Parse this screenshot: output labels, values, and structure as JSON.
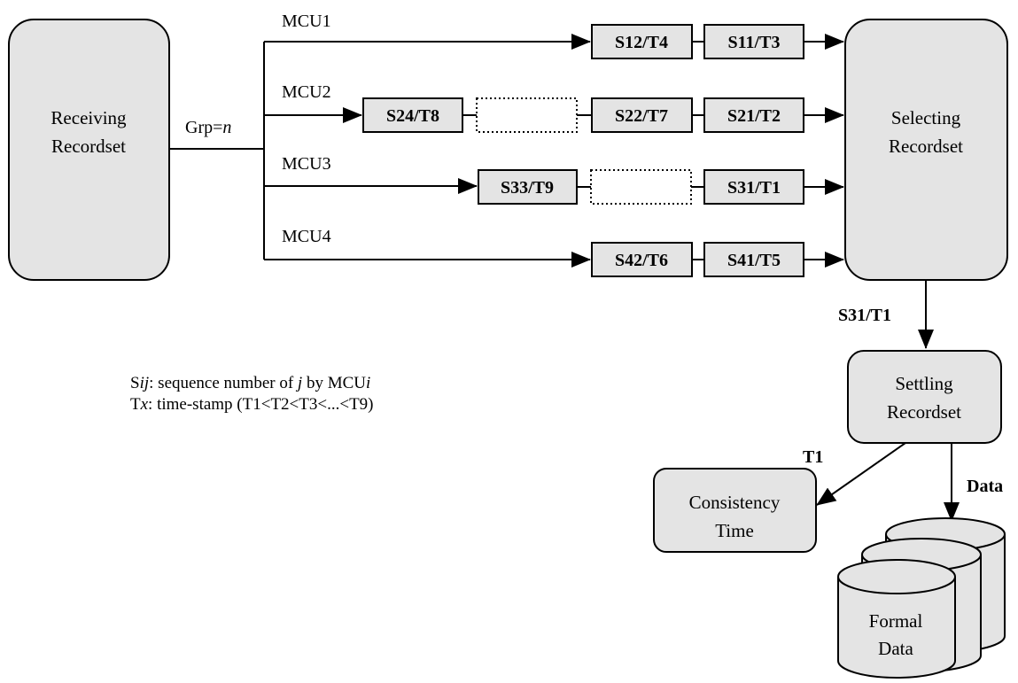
{
  "nodes": {
    "receiving": {
      "line1": "Receiving",
      "line2": "Recordset"
    },
    "selecting": {
      "line1": "Selecting",
      "line2": "Recordset"
    },
    "settling": {
      "line1": "Settling",
      "line2": "Recordset"
    },
    "consistency": {
      "line1": "Consistency",
      "line2": "Time"
    },
    "formal": {
      "line1": "Formal",
      "line2": "Data"
    }
  },
  "group_label": {
    "prefix": "Grp=",
    "var": "n"
  },
  "channels": {
    "mcu1": {
      "label": "MCU1",
      "boxes": [
        "S12/T4",
        "S11/T3"
      ]
    },
    "mcu2": {
      "label": "MCU2",
      "boxes": [
        "S24/T8",
        "",
        "S22/T7",
        "S21/T2"
      ]
    },
    "mcu3": {
      "label": "MCU3",
      "boxes": [
        "S33/T9",
        "",
        "S31/T1"
      ]
    },
    "mcu4": {
      "label": "MCU4",
      "boxes": [
        "S42/T6",
        "S41/T5"
      ]
    }
  },
  "edge_labels": {
    "selected": "S31/T1",
    "time": "T1",
    "data": "Data"
  },
  "legend": {
    "line1": {
      "s": "S",
      "ij": "ij",
      "mid": ": sequence number of ",
      "j": "j",
      "by": " by MCU",
      "i": "i"
    },
    "line2": {
      "t": "T",
      "x": "x",
      "rest": ": time-stamp (T1<T2<T3<...<T9)"
    }
  }
}
